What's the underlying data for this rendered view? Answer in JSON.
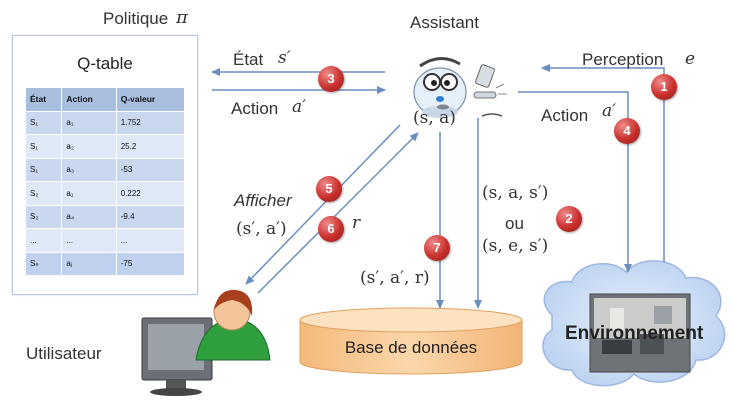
{
  "labels": {
    "politique": "Politique",
    "pi": "π",
    "assistant": "Assistant",
    "etat": "État",
    "s_prime": "s′",
    "action_left": "Action",
    "a_prime": "a′",
    "perception": "Perception",
    "e": "e",
    "action_right": "Action",
    "a_prime_right": "a′",
    "sa": "(s, a)",
    "afficher": "Afficher",
    "sa_prime": "(s′, a′)",
    "r": "r",
    "sas": "(s, a, s′)",
    "ou": "ou",
    "ses": "(s, e, s′)",
    "sar": "(s′, a′, r)",
    "utilisateur": "Utilisateur",
    "base": "Base de données",
    "environnement": "Environnement"
  },
  "qtable": {
    "title": "Q-table",
    "headers": [
      "État",
      "Action",
      "Q-valeur"
    ],
    "rows": [
      [
        "S₁",
        "a₁",
        "1.752"
      ],
      [
        "S₁",
        "a₂",
        "25.2"
      ],
      [
        "S₁",
        "a₃",
        "-53"
      ],
      [
        "S₂",
        "a₁",
        "0.222"
      ],
      [
        "S₂",
        "a₄",
        "-9.4"
      ],
      [
        "...",
        "...",
        "..."
      ],
      [
        "Sₙ",
        "aⱼ",
        "-75"
      ]
    ]
  },
  "badges": [
    "1",
    "2",
    "3",
    "4",
    "5",
    "6",
    "7"
  ],
  "colors": {
    "arrow": "#6a8ec0",
    "badge": "#c9302c",
    "db_fill": "#f9cc9a",
    "cloud": "#cfe0f7",
    "table_header": "#a7bedf"
  }
}
